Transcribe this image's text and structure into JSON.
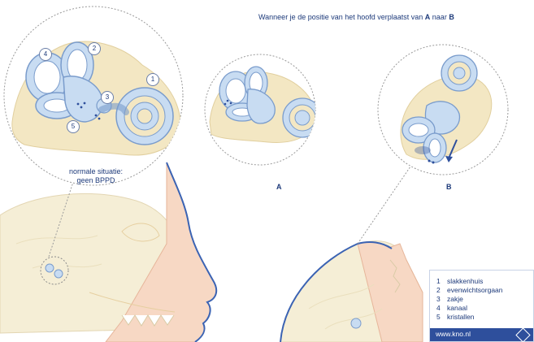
{
  "title": {
    "prefix": "Wanneer je de positie van het hoofd verplaatst van ",
    "a": "A",
    "middle": " naar ",
    "b": "B"
  },
  "panels": {
    "normal_caption_line1": "normale situatie:",
    "normal_caption_line2": "geen BPPD",
    "a_label": "A",
    "b_label": "B"
  },
  "callouts": [
    "1",
    "2",
    "3",
    "4",
    "5"
  ],
  "legend": {
    "items": [
      {
        "num": "1",
        "label": "slakkenhuis"
      },
      {
        "num": "2",
        "label": "evenwichtsorgaan"
      },
      {
        "num": "3",
        "label": "zakje"
      },
      {
        "num": "4",
        "label": "kanaal"
      },
      {
        "num": "5",
        "label": "kristallen"
      }
    ],
    "url": "www.kno.nl"
  },
  "colors": {
    "skin": "#f7d8c4",
    "skin_outline": "#e6b59a",
    "bone": "#f5eed6",
    "inner_ear_fill": "#c8dcf2",
    "inner_ear_outline": "#7a9ccc",
    "canal_rim": "#f3e7c3",
    "outline_blue": "#3b63b3",
    "text": "#1d3a7a",
    "footer": "#2e4f9c"
  }
}
